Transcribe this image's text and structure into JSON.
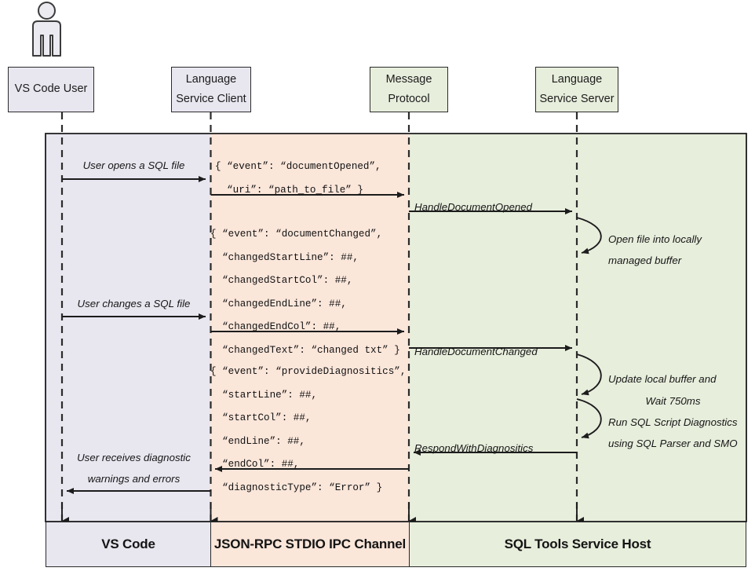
{
  "diagram": {
    "title": "SQL Tools Service language service sequence diagram",
    "colors": {
      "client_zone": "#e8e6ef",
      "ipc_zone": "#fbe6da",
      "server_zone": "#e7eedc",
      "stroke": "#2b2b2b",
      "text": "#161616"
    }
  },
  "actor": {
    "name": "vs-code-user-actor"
  },
  "participants": [
    {
      "id": "vs-code-user",
      "line1": "VS Code User",
      "line2": ""
    },
    {
      "id": "language-service-client",
      "line1": "Language",
      "line2": "Service Client"
    },
    {
      "id": "message-protocol",
      "line1": "Message",
      "line2": "Protocol"
    },
    {
      "id": "language-service-server",
      "line1": "Language",
      "line2": "Service Server"
    }
  ],
  "messages": {
    "user_opens": "User opens a SQL file",
    "user_changes": "User changes a SQL file",
    "user_receives_line1": "User receives diagnostic",
    "user_receives_line2": "warnings and errors",
    "handle_document_opened": "HandleDocumentOpened",
    "handle_document_changed": "HandleDocumentChanged",
    "respond_with_diagnostics": "RespondWithDiagnositics"
  },
  "payloads": {
    "document_opened": "{ “event”: “documentOpened”,\n  “uri”: “path_to_file” }",
    "document_changed": "{ “event”: “documentChanged”,\n  “changedStartLine”: ##,\n  “changedStartCol”: ##,\n  “changedEndLine”: ##,\n  “changedEndCol”: ##,\n  “changedText”: “changed txt” }",
    "provide_diagnostics": "{ “event”: “provideDiagnositics”,\n  “startLine”: ##,\n  “startCol”: ##,\n  “endLine”: ##,\n  “endCol”: ##,\n  “diagnosticType”: “Error” }"
  },
  "notes": {
    "open_file_line1": "Open file into locally",
    "open_file_line2": "managed buffer",
    "update_buffer_line1": "Update local buffer and",
    "update_buffer_line2": "Wait 750ms",
    "run_diagnostics_line1": "Run SQL Script Diagnostics",
    "run_diagnostics_line2": "using SQL Parser and SMO"
  },
  "footer": {
    "zones": [
      {
        "id": "vs-code",
        "label": "VS Code"
      },
      {
        "id": "json-rpc-stdio-ipc-channel",
        "label": "JSON-RPC STDIO IPC Channel"
      },
      {
        "id": "sql-tools-service-host",
        "label": "SQL Tools Service Host"
      }
    ]
  }
}
